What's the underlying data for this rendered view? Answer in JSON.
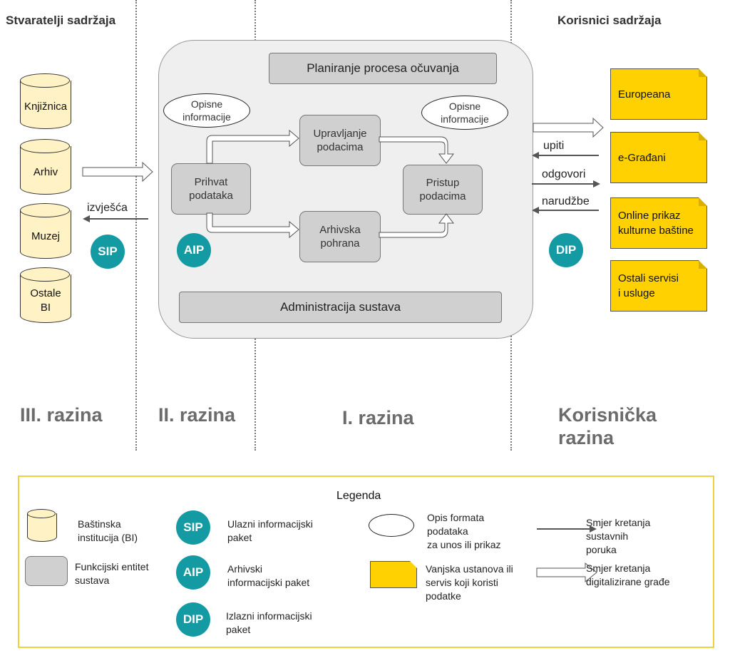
{
  "headers": {
    "creators": "Stvaratelji sadržaja",
    "users": "Korisnici sadržaja"
  },
  "institutions": [
    "Knjižnica",
    "Arhiv",
    "Muzej",
    "Ostale\nBI"
  ],
  "entities": {
    "planning": "Planiranje procesa očuvanja",
    "ingest": "Prihvat\npodataka",
    "data_mgmt": "Upravljanje\npodacima",
    "archival": "Arhivska\npohrana",
    "access": "Pristup\npodacima",
    "admin": "Administracija sustava"
  },
  "descriptive_info": [
    "Opisne\ninformacije",
    "Opisne\ninformacije"
  ],
  "packages": {
    "sip": "SIP",
    "aip": "AIP",
    "dip": "DIP"
  },
  "labels": {
    "reports": "izvješća",
    "queries": "upiti",
    "answers": "odgovori",
    "orders": "narudžbe"
  },
  "services": [
    "Europeana",
    "e-Građani",
    "Online  prikaz\nkulturne  baštine",
    "Ostali servisi\ni usluge"
  ],
  "levels": {
    "third": "III. razina",
    "second": "II. razina",
    "first": "I. razina",
    "user": "Korisnička\nrazina"
  },
  "legend": {
    "title": "Legenda",
    "heritage": "Baštinska\ninstitucija (BI)",
    "functional": "Funkcijski entitet\nsustava",
    "sip_desc": "Ulazni  informacijski\npaket",
    "aip_desc": "Arhivski\ninformacijski paket",
    "dip_desc": "Izlazni  informacijski\npaket",
    "format_desc": "Opis formata\npodataka\nza unos ili prikaz",
    "external_desc": "Vanjska ustanova ili\nservis koji koristi\npodatke",
    "messages_desc": "Smjer kretanja\nsustavnih\nporuka",
    "material_desc": "Smjer kretanja\ndigitalizirane građe"
  },
  "colors": {
    "teal": "#139aa3",
    "yellow": "#ffd100",
    "cylinder": "#fff2c4",
    "entity": "#d0d0d0",
    "legend_border": "#f2cf3c"
  }
}
